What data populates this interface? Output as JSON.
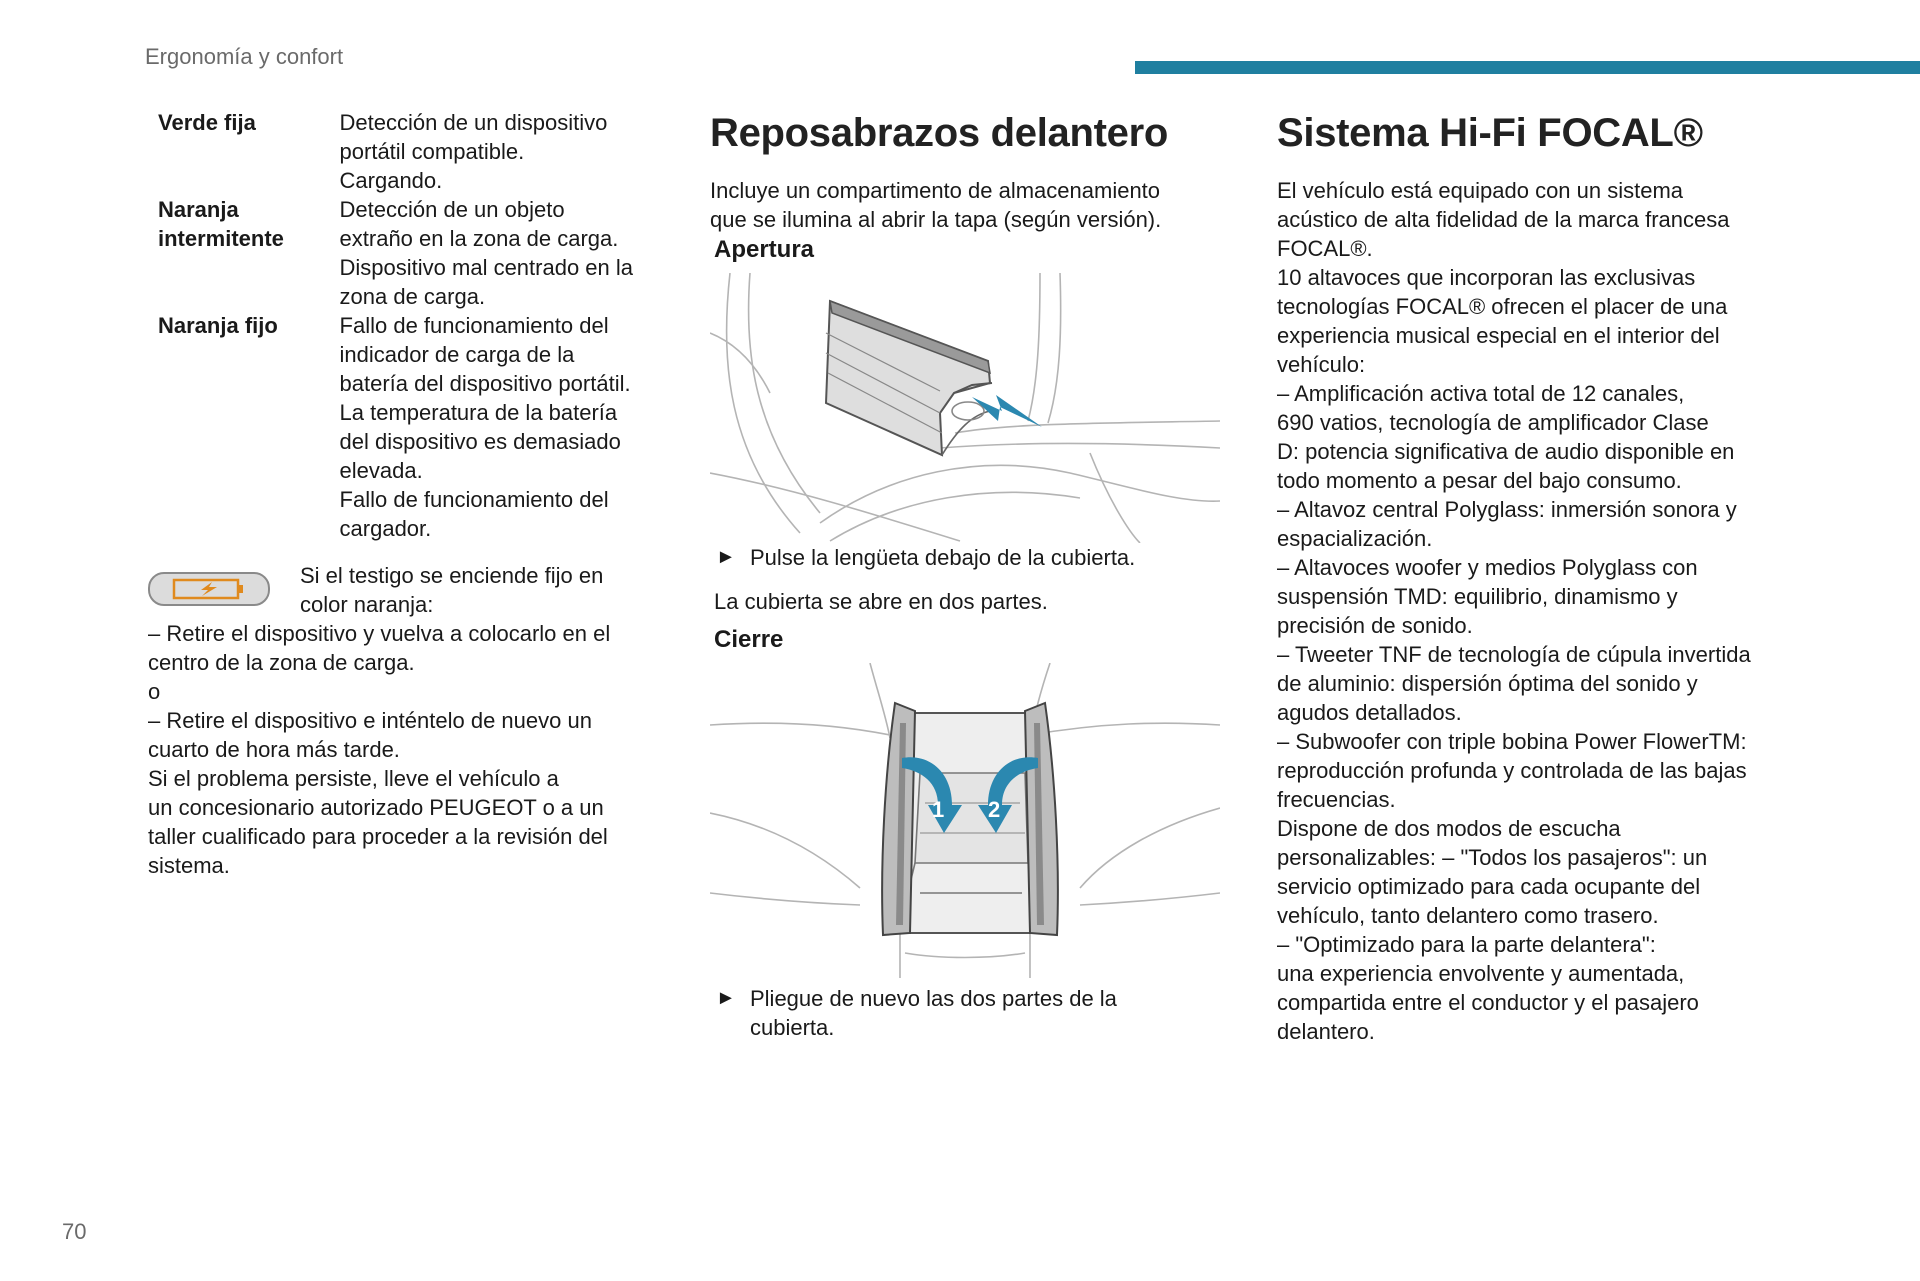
{
  "header": {
    "section": "Ergonomía y confort",
    "accent_color": "#1f7fa0"
  },
  "page_number": "70",
  "left": {
    "status_rows": [
      {
        "name_lines": [
          "Verde fija"
        ],
        "desc_lines": [
          "Detección de un dispositivo",
          "portátil compatible.",
          "Cargando."
        ]
      },
      {
        "name_lines": [
          "Naranja",
          "intermitente"
        ],
        "desc_lines": [
          "Detección de un objeto",
          "extraño en la zona de carga.",
          "Dispositivo mal centrado en la",
          "zona de carga."
        ]
      },
      {
        "name_lines": [
          "Naranja fijo"
        ],
        "desc_lines": [
          "Fallo de funcionamiento del",
          "indicador de carga de la",
          "batería del dispositivo portátil.",
          "La temperatura de la batería",
          "del dispositivo es demasiado",
          "elevada.",
          "Fallo de funcionamiento del",
          "cargador."
        ]
      }
    ],
    "warning_icon": "charging-warning-lamp-icon",
    "warning_lines": [
      "Si el testigo se enciende fijo en",
      "color naranja:"
    ],
    "body_lines": [
      "– Retire el dispositivo y vuelva a colocarlo en el",
      "centro de la zona de carga.",
      "o",
      "– Retire el dispositivo e inténtelo de nuevo un",
      "cuarto de hora más tarde.",
      "Si el problema persiste, lleve el vehículo a",
      "un concesionario autorizado PEUGEOT o a un",
      "taller cualificado para proceder a la revisión del",
      "sistema."
    ]
  },
  "middle": {
    "title": "Reposabrazos delantero",
    "intro_lines": [
      "Incluye un compartimento de almacenamiento",
      "que se ilumina al abrir la tapa (según versión)."
    ],
    "opening": {
      "heading": "Apertura",
      "step": "Pulse la lengüeta debajo de la cubierta.",
      "note": "La cubierta se abre en dos partes."
    },
    "closing": {
      "heading": "Cierre",
      "step_lines": [
        "Pliegue de nuevo las dos partes de la",
        "cubierta."
      ],
      "markers": [
        "1",
        "2"
      ]
    },
    "bullet": "►",
    "illustration_accent": "#2b88b0"
  },
  "right": {
    "title": "Sistema Hi-Fi FOCAL®",
    "lines": [
      "El vehículo está equipado con un sistema",
      "acústico de alta fidelidad de la marca francesa",
      "FOCAL®.",
      "10 altavoces que incorporan las exclusivas",
      "tecnologías FOCAL® ofrecen el placer de una",
      "experiencia musical especial en el interior del",
      "vehículo:",
      "– Amplificación activa total de 12 canales,",
      "690 vatios, tecnología de amplificador Clase",
      "D: potencia significativa de audio disponible en",
      "todo momento a pesar del bajo consumo.",
      "– Altavoz central Polyglass: inmersión sonora y",
      "espacialización.",
      "– Altavoces woofer y medios Polyglass con",
      "suspensión TMD: equilibrio, dinamismo y",
      "precisión de sonido.",
      "– Tweeter TNF de tecnología de cúpula invertida",
      "de aluminio: dispersión óptima del sonido y",
      "agudos detallados.",
      "– Subwoofer con triple bobina Power FlowerTM:",
      "reproducción profunda y controlada de las bajas",
      "frecuencias.",
      "Dispone de dos modos de escucha",
      "personalizables: – \"Todos los pasajeros\": un",
      "servicio optimizado para cada ocupante del",
      "vehículo, tanto delantero como trasero.",
      "– \"Optimizado para la parte delantera\":",
      "una experiencia envolvente y aumentada,",
      "compartida entre el conductor y el pasajero",
      "delantero."
    ]
  }
}
